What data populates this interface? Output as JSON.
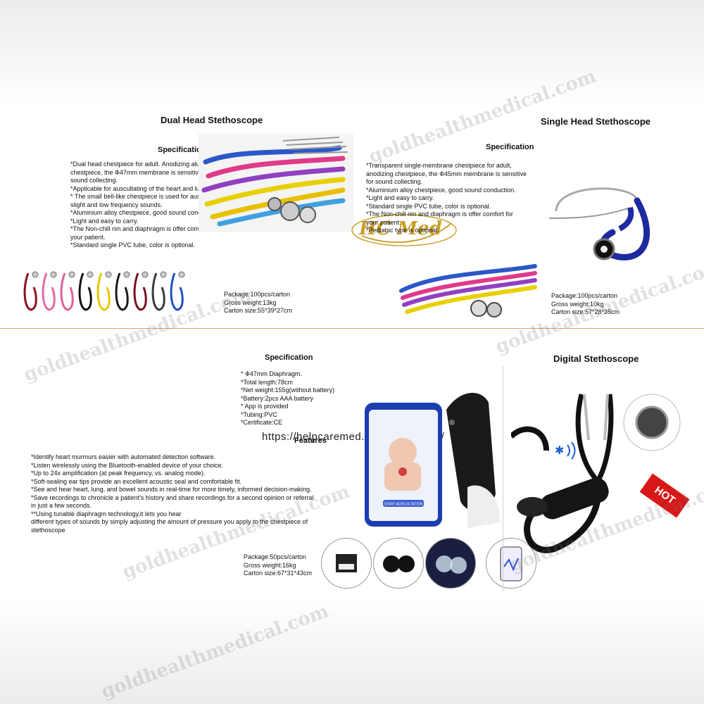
{
  "watermark": {
    "text": "goldhealthmedical.com"
  },
  "url": "https://helpcaremed.en.alibaba.com/",
  "logo": {
    "text": "HC Med"
  },
  "dual_head": {
    "title": "Dual Head Stethoscope",
    "spec_heading": "Specification",
    "spec_lines": [
      "*Dual head chestpiece for adult. Anodizing aluminum",
      "chestpiece, the Ф47mm membrane is sensitive for",
      "sound collecting.",
      "*Applicable for auscultating of the heart and lungs.",
      "* The small bell-like chestpiece is used for auscultating",
      "slight and low frequency sounds.",
      "*Aluminium alloy chestpiece, good sound conduction.",
      "*Light and easy to carry.",
      "*The Non-chill rim and diaphragm is offer comfort for",
      "your patient.",
      "*Standard single PVC tube, color is optional."
    ],
    "package": [
      "Package:100pcs/carton",
      "Gross weight:13kg",
      "Carton size:55*39*27cm"
    ]
  },
  "single_head": {
    "title": "Single Head Stethoscope",
    "spec_heading": "Specification",
    "spec_lines": [
      "*Transparent single-membrane chestpiece for adult,",
      "anodizing chestpiece, the Ф45mm membrane is sensitive",
      "for sound collecting.",
      "*Aluminium alloy chestpiece, good sound conduction.",
      "*Light and easy to carry.",
      "*Standard single PVC tube, color is optional.",
      "*The Non-chill rim and diaphragm is offer comfort for",
      "your patient.",
      "*Pediatric type is optional."
    ],
    "package": [
      "Package:100pcs/carton",
      "Gross weight:10kg",
      "Carton size:57*28*35cm"
    ]
  },
  "digital": {
    "title": "Digital Stethoscope",
    "hot_badge": "HOT",
    "spec_heading": "Specification",
    "spec_lines": [
      "* Ф47mm Diaphragm.",
      "*Total length:78cm",
      "*Net weight:155g(without battery)",
      "*Battery:2pcs AAA battery",
      "* App is provided",
      "*Tubing:PVC",
      "*Certificate:CE"
    ],
    "features_heading": "Features",
    "feature_lines": [
      "*Identify heart murmurs easier with automated detection software.",
      "*Listen wirelessly using the Bluetooth-enabled device of your choice.",
      "*Up to 24x amplification (at peak frequency, vs. analog mode).",
      "*Soft-sealing ear tips provide an excellent acoustic seal and comfortable fit.",
      "*See and hear heart, lung, and bowel sounds in real-time for more timely, informed decision-making.",
      "*Save recordings to chronicle a patient's history and share recordings for a second opinion or referral",
      "in just a few seconds.",
      "**Using tunable diaphragm technology,it lets you hear",
      "different types of sounds by simply adjusting the amount of pressure you apply to the chestpiece of",
      "stethoscope"
    ],
    "package": [
      "Package:50pcs/carton",
      "Gross weight:16kg",
      "Carton size:67*31*43cm"
    ],
    "phone_button": "START AUSCULTATION"
  },
  "colors": {
    "accent_line": "#e2a06a",
    "logo_gold": "#c9a02a",
    "hot_red": "#d81818",
    "tube_colors": [
      "#8a1020",
      "#e46aa8",
      "#e0609a",
      "#111111",
      "#e8c800",
      "#1a1a1a",
      "#7a1020",
      "#3a3a3a",
      "#2050c0"
    ]
  }
}
